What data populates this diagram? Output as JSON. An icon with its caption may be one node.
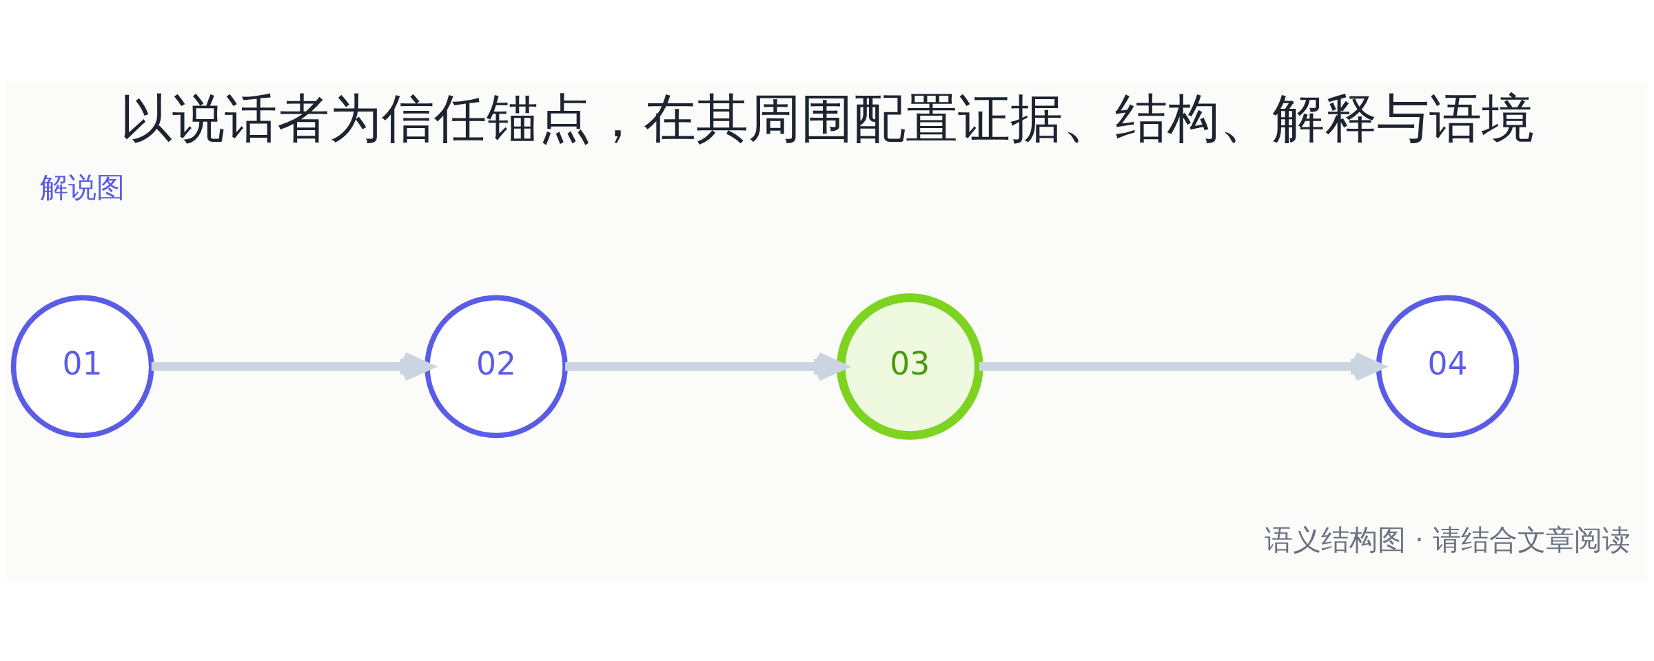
{
  "diagram": {
    "title": "以说话者为信任锚点，在其周围配置证据、结构、解释与语境",
    "caption": "语义结构图 · 请结合文章阅读",
    "nodes": [
      {
        "text": [
          "01"
        ]
      },
      {
        "text": [
          "02"
        ]
      },
      {
        "text": [
          "03"
        ]
      },
      {
        "text": [
          "04"
        ]
      }
    ],
    "edges": [
      {
        "from": 0,
        "to": 1,
        "arrow": "to"
      },
      {
        "from": 1,
        "to": 2,
        "arrow": "to"
      },
      {
        "from": 2,
        "to": 3,
        "arrow": "to"
      }
    ],
    "labels": [
      "解说图"
    ]
  }
}
